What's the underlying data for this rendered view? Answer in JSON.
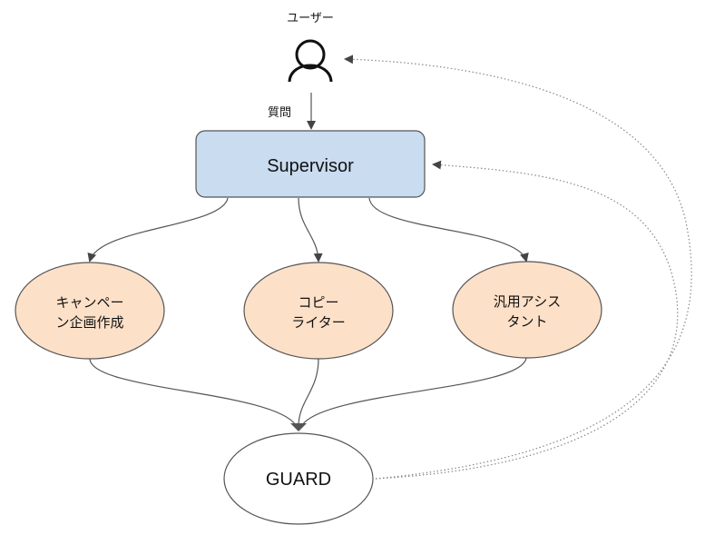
{
  "diagram": {
    "user": {
      "label": "ユーザー",
      "icon": "user-icon"
    },
    "question_label": "質問",
    "supervisor": {
      "label": "Supervisor",
      "fill": "#c9dcf0"
    },
    "agents": [
      {
        "id": "campaign",
        "lines": [
          "キャンペー",
          "ン企画作成"
        ],
        "fill": "#fde0c8"
      },
      {
        "id": "copywriter",
        "lines": [
          "コピー",
          "ライター"
        ],
        "fill": "#fde0c8"
      },
      {
        "id": "assistant",
        "lines": [
          "汎用アシス",
          "タント"
        ],
        "fill": "#fde0c8"
      }
    ],
    "guard": {
      "label": "GUARD",
      "fill": "#ffffff"
    },
    "colors": {
      "stroke": "#555555",
      "dotted": "#888888",
      "arrow": "#444444"
    }
  }
}
